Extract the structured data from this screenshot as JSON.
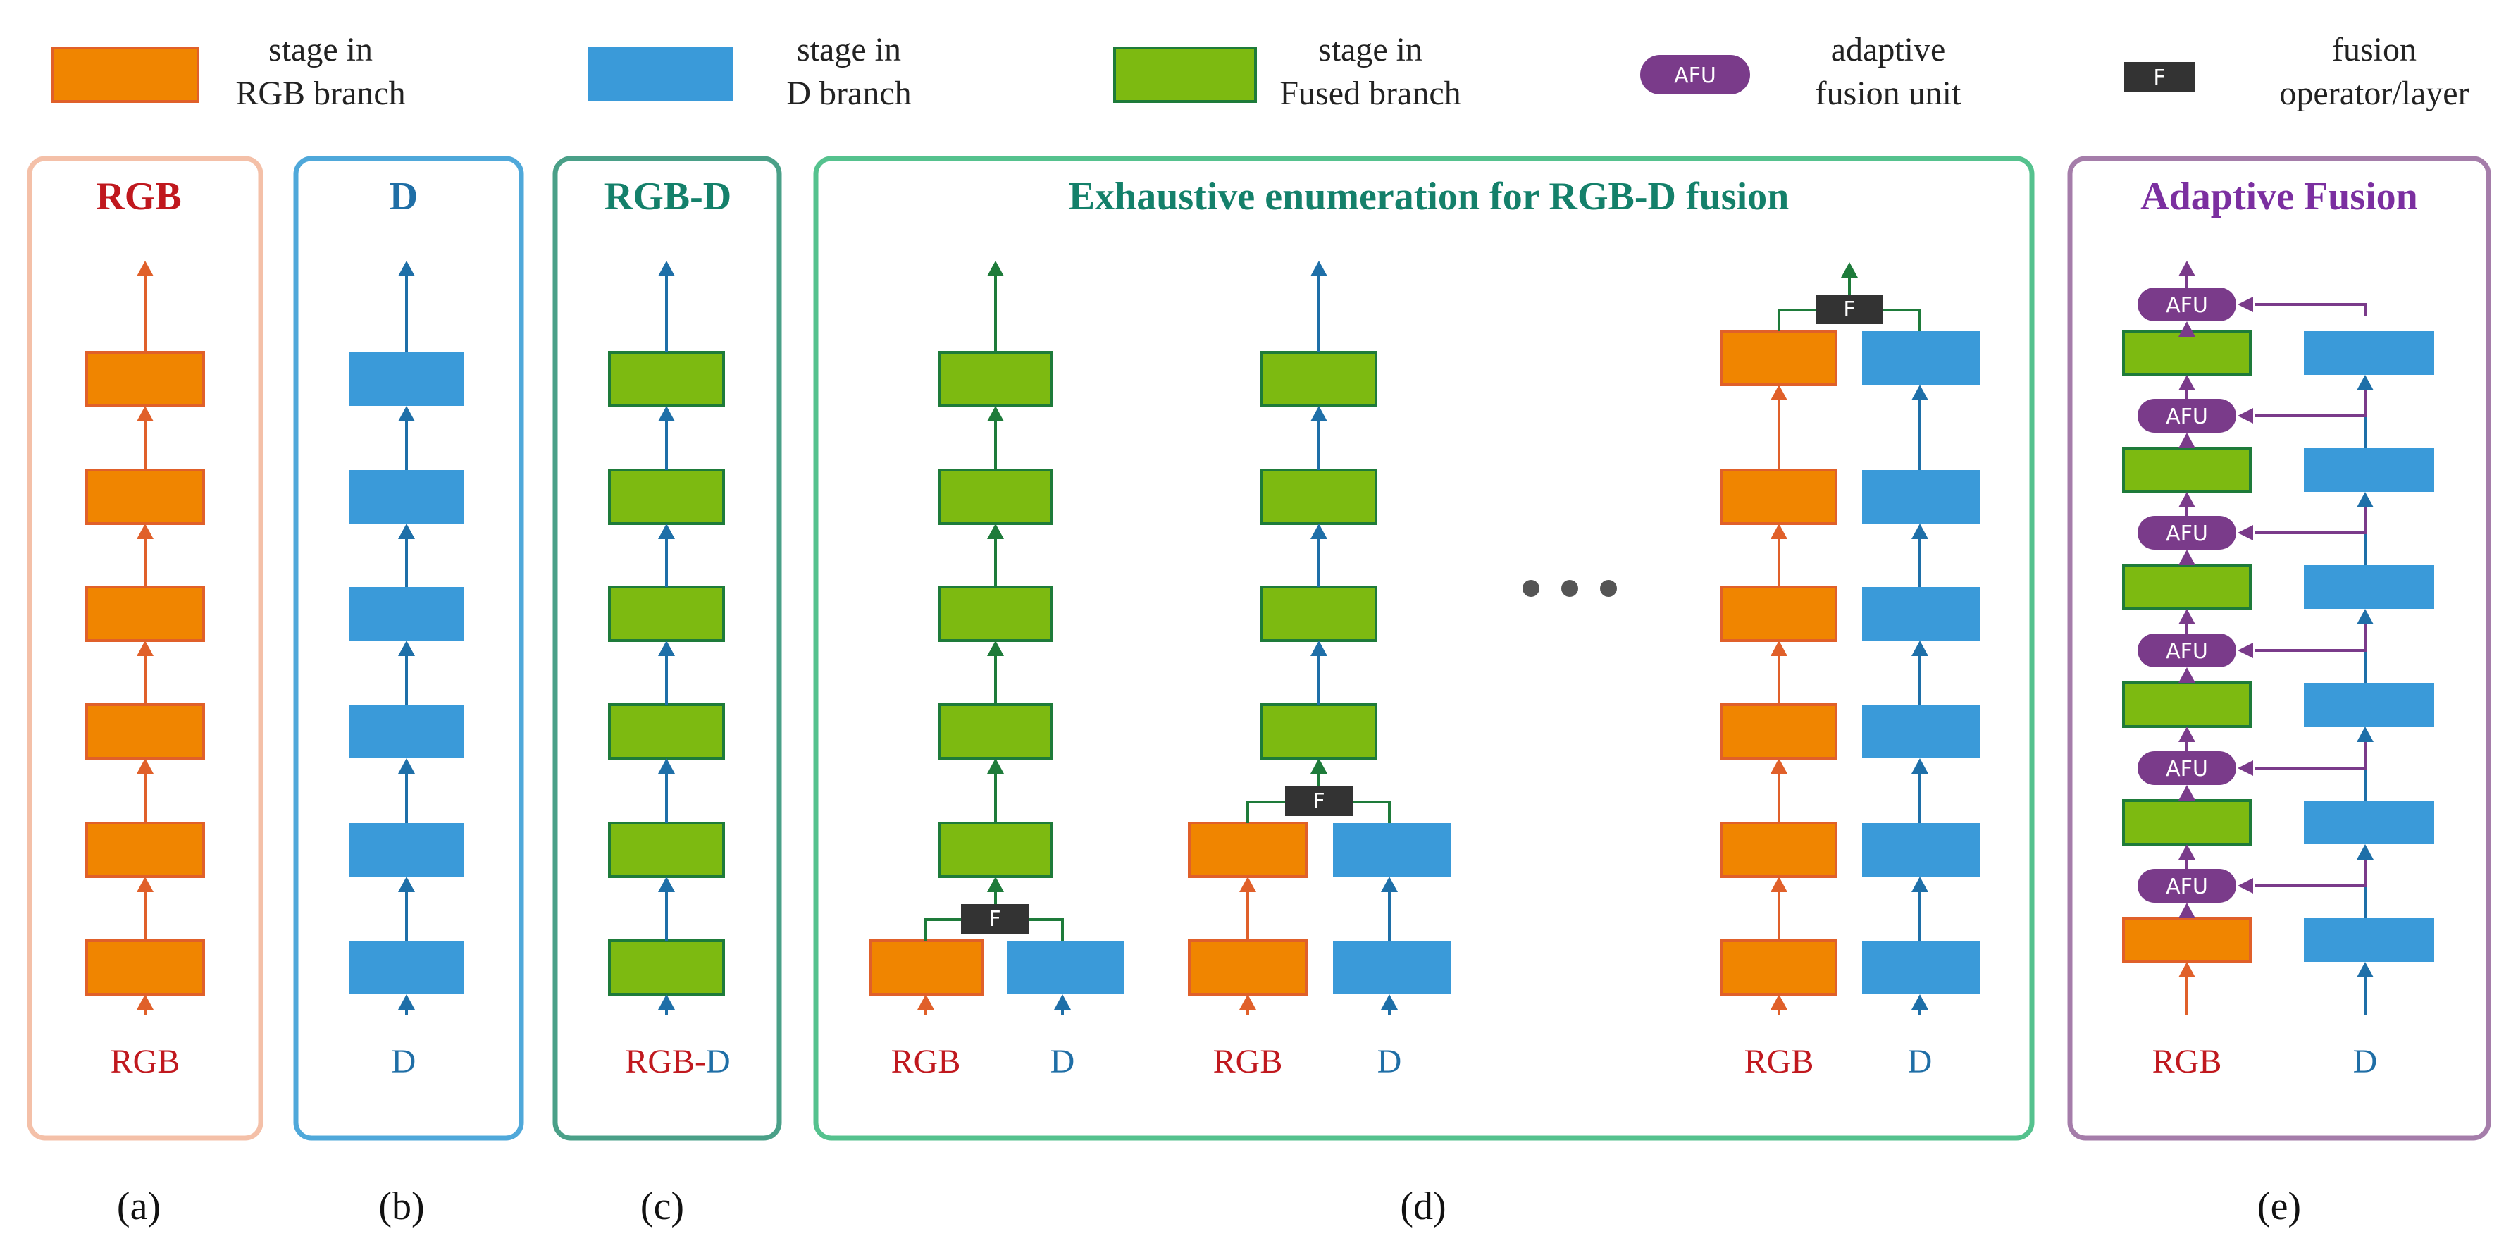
{
  "colors": {
    "rgb_fill": "#F08500",
    "rgb_stroke": "#E0602A",
    "rgb_text": "#C0181E",
    "d_fill": "#3A9AD9",
    "d_stroke": "#1E6FA8",
    "d_text": "#1F6EA6",
    "fused_fill": "#7DBA11",
    "fused_stroke": "#1E7B3A",
    "fused_text": "#14806A",
    "afu_fill": "#7A3B8A",
    "afu_text": "#7B2FA0",
    "op_fill": "#333333",
    "panel_a": "#F4C0A8",
    "panel_b": "#4FA8DA",
    "panel_c": "#4AA088",
    "panel_d": "#55C28E",
    "panel_e": "#A57DAA"
  },
  "legend": {
    "rgb_stage": [
      "stage in",
      "RGB branch"
    ],
    "d_stage": [
      "stage in",
      "D branch"
    ],
    "fused_stage": [
      "stage in",
      "Fused branch"
    ],
    "afu": [
      "adaptive",
      "fusion unit"
    ],
    "afu_symbol": "AFU",
    "op": [
      "fusion",
      "operator/layer"
    ],
    "op_symbol": "F"
  },
  "panels": {
    "a": {
      "title": "RGB",
      "input": "RGB",
      "caption": "(a)"
    },
    "b": {
      "title": "D",
      "input": "D",
      "caption": "(b)"
    },
    "c": {
      "title": "RGB-D",
      "input_rgb": "RGB",
      "input_sep": "-",
      "input_d": "D",
      "caption": "(c)"
    },
    "d": {
      "title": "Exhaustive enumeration for RGB-D fusion",
      "input_rgb": "RGB",
      "input_d": "D",
      "caption": "(d)"
    },
    "e": {
      "title": "Adaptive Fusion",
      "input_rgb": "RGB",
      "input_d": "D",
      "caption": "(e)"
    }
  },
  "ellipsis_icon": "three-dots"
}
